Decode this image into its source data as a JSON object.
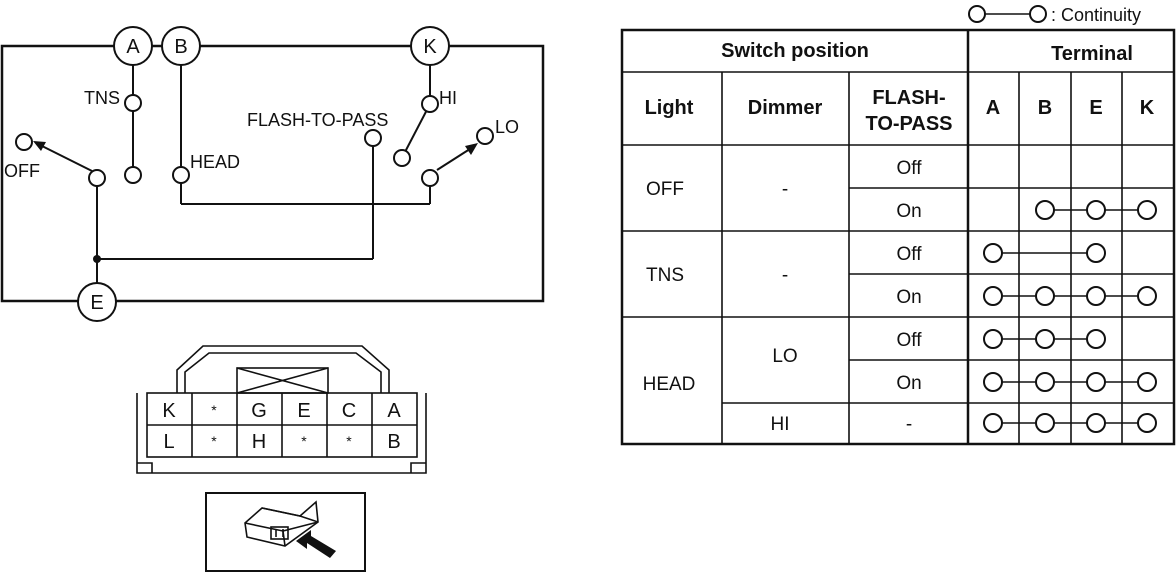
{
  "legend": {
    "symbol": "continuity-symbol",
    "text": ": Continuity"
  },
  "schematic": {
    "terminals": [
      "A",
      "B",
      "K",
      "E"
    ],
    "labels": {
      "tns": "TNS",
      "off": "OFF",
      "head": "HEAD",
      "flash": "FLASH-TO-PASS",
      "hi": "HI",
      "lo": "LO"
    }
  },
  "connector": {
    "rows": [
      [
        "K",
        "*",
        "G",
        "E",
        "C",
        "A"
      ],
      [
        "L",
        "*",
        "H",
        "*",
        "*",
        "B"
      ]
    ]
  },
  "table": {
    "group_headers": {
      "switch_position": "Switch position",
      "terminal": "Terminal"
    },
    "column_headers": {
      "light": "Light",
      "dimmer": "Dimmer",
      "flash_line1": "FLASH-",
      "flash_line2": "TO-PASS",
      "terminals": [
        "A",
        "B",
        "E",
        "K"
      ]
    },
    "rows": [
      {
        "light": "OFF",
        "dimmer": "-",
        "flash": "Off",
        "continuity": []
      },
      {
        "light": "",
        "dimmer": "",
        "flash": "On",
        "continuity": [
          "B",
          "E",
          "K"
        ]
      },
      {
        "light": "TNS",
        "dimmer": "-",
        "flash": "Off",
        "continuity": [
          "A",
          "E"
        ]
      },
      {
        "light": "",
        "dimmer": "",
        "flash": "On",
        "continuity": [
          "A",
          "B",
          "E",
          "K"
        ]
      },
      {
        "light": "HEAD",
        "dimmer": "LO",
        "flash": "Off",
        "continuity": [
          "A",
          "B",
          "E"
        ]
      },
      {
        "light": "",
        "dimmer": "",
        "flash": "On",
        "continuity": [
          "A",
          "B",
          "E",
          "K"
        ]
      },
      {
        "light": "",
        "dimmer": "HI",
        "flash": "-",
        "continuity": [
          "A",
          "B",
          "E",
          "K"
        ]
      }
    ]
  }
}
